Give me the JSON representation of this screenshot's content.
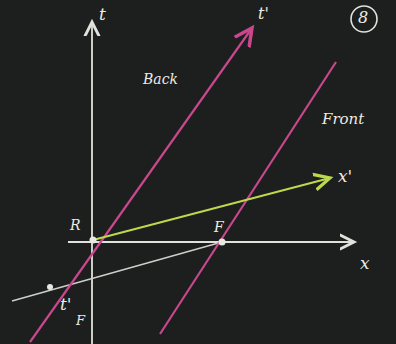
{
  "diagram": {
    "labels": [
      "t",
      "8",
      "t'",
      "Back",
      "Front",
      "x'",
      "R",
      "F",
      "x",
      "t'",
      "F"
    ]
  }
}
